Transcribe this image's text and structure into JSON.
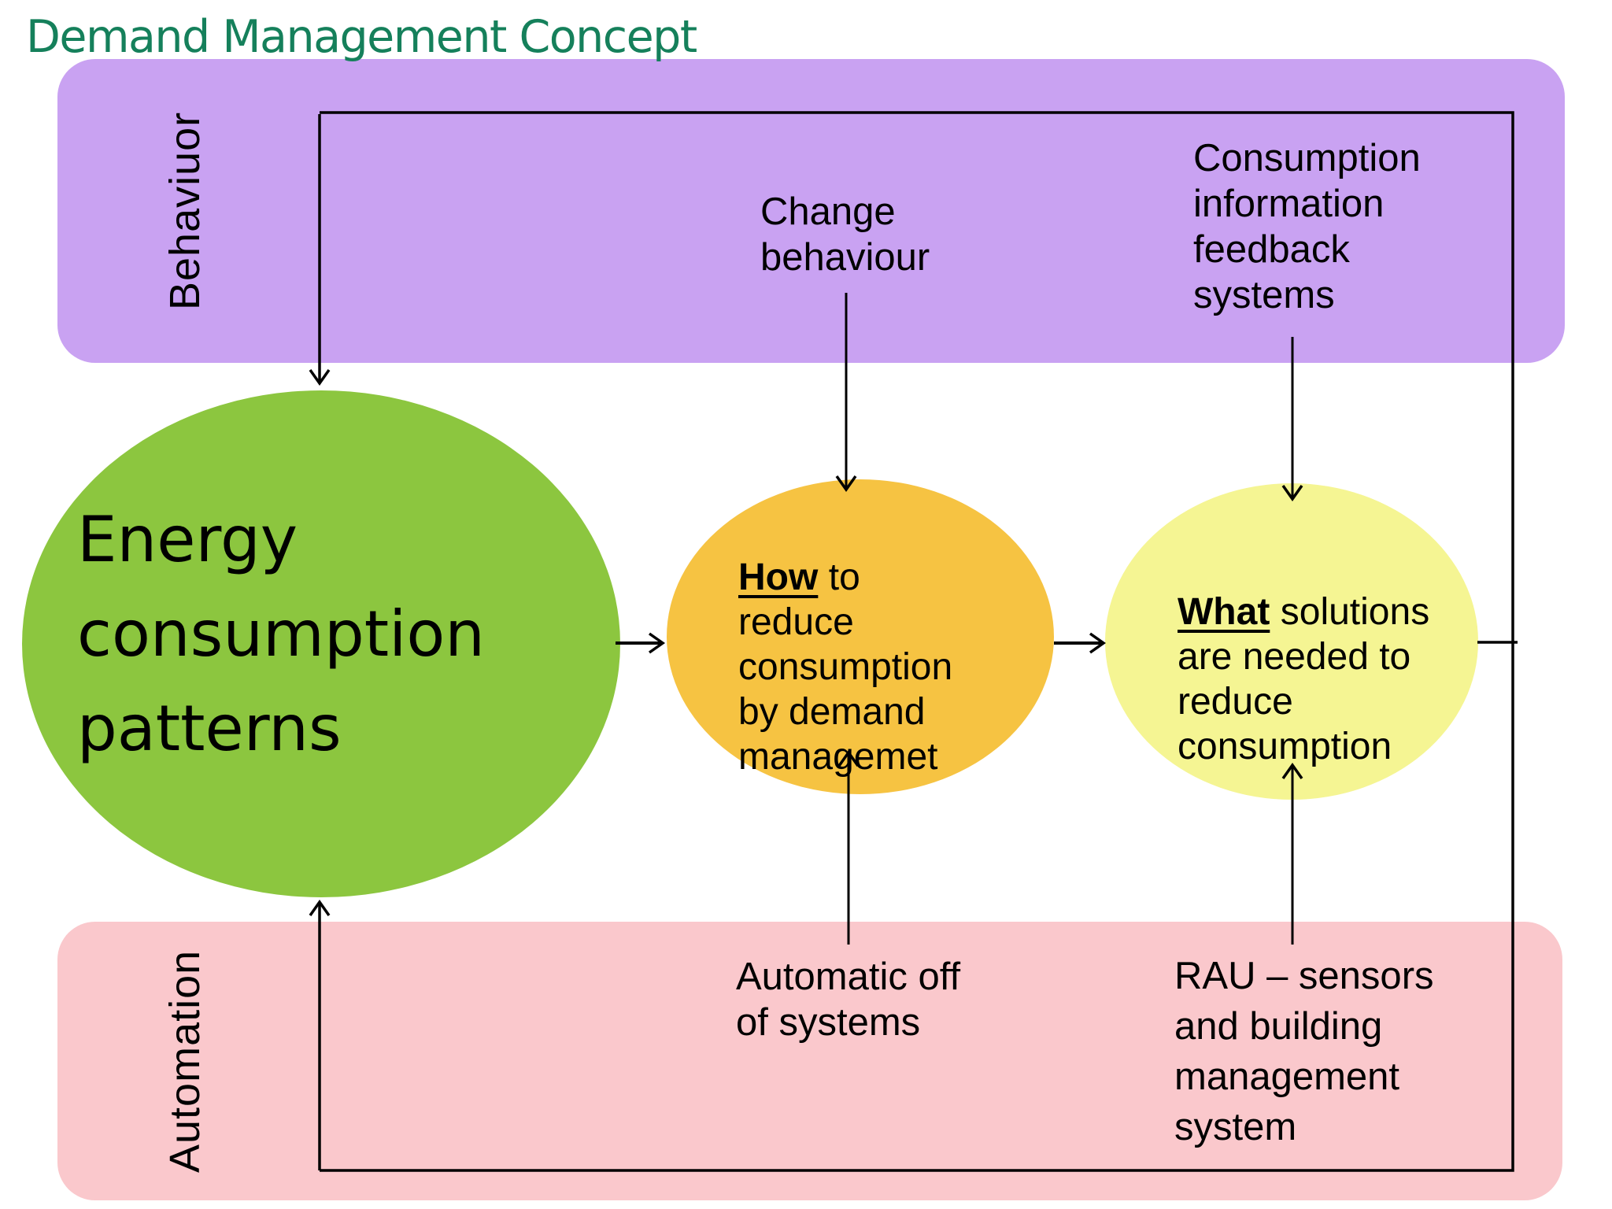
{
  "title": "Demand Management Concept",
  "bands": {
    "behaviour_label": "Behaviuor",
    "automation_label": "Automation"
  },
  "nodes": {
    "energy": {
      "lines": [
        "Energy",
        "consumption",
        "patterns"
      ]
    },
    "how": {
      "keyword": "How",
      "first_line_rest": "to",
      "lines": [
        "reduce",
        "consumption",
        "by demand",
        "managemet"
      ]
    },
    "what": {
      "keyword": "What",
      "first_line_rest": "solutions",
      "lines": [
        "are needed to",
        "reduce",
        "consumption"
      ]
    }
  },
  "callouts": {
    "change_behaviour": {
      "lines": [
        "Change",
        "behaviour"
      ]
    },
    "consumption_feedback": {
      "lines": [
        "Consumption",
        "information",
        "feedback",
        "systems"
      ]
    },
    "automatic_off": {
      "lines": [
        "Automatic off",
        "of systems"
      ]
    },
    "rau": {
      "lines": [
        "RAU – sensors",
        "and building",
        "management",
        "system"
      ]
    }
  },
  "colors": {
    "title": "#15805b",
    "behaviour_band": "#c9a2f2",
    "automation_band": "#fac8cc",
    "energy_ellipse": "#8cc63f",
    "how_ellipse": "#f6c342",
    "what_ellipse": "#f5f593",
    "line": "#000000"
  }
}
